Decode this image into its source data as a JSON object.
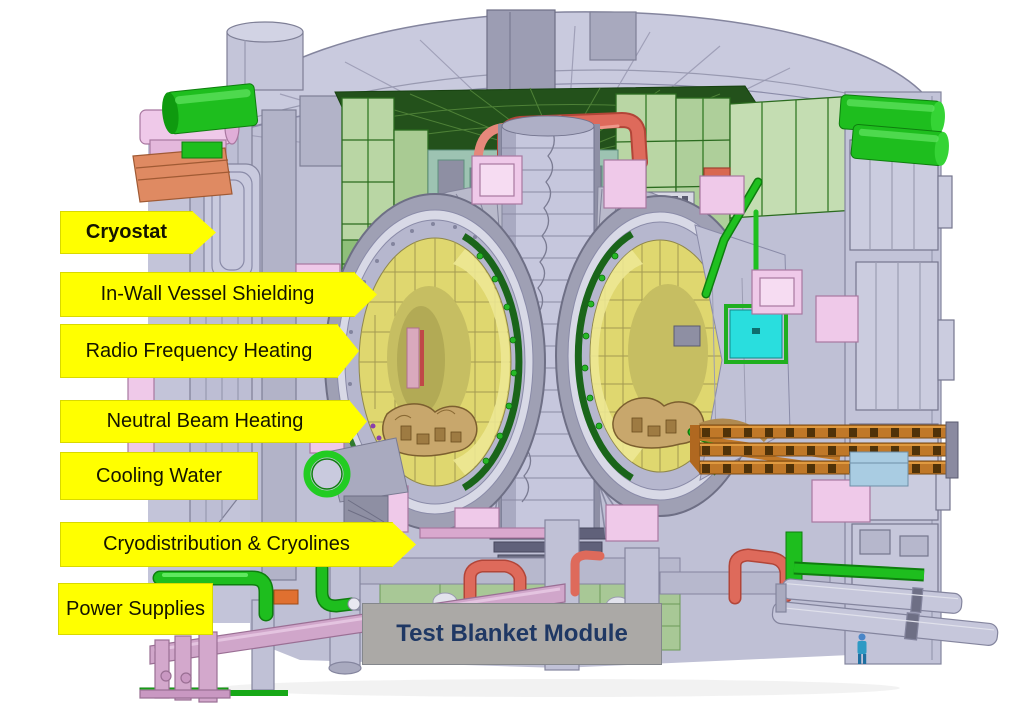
{
  "figure": {
    "description": "ITER tokamak cutaway CAD rendering with system callouts"
  },
  "callouts": [
    {
      "id": "cryostat",
      "text": "Cryostat",
      "shape": "arrow",
      "emphasis": "bold"
    },
    {
      "id": "in-wall-vessel-shielding",
      "text": "In-Wall Vessel Shielding",
      "shape": "arrow"
    },
    {
      "id": "radio-frequency-heating",
      "text": "Radio Frequency Heating",
      "shape": "arrow"
    },
    {
      "id": "neutral-beam-heating",
      "text": "Neutral Beam Heating",
      "shape": "arrow"
    },
    {
      "id": "cooling-water",
      "text": "Cooling Water",
      "shape": "rectangle"
    },
    {
      "id": "cryodistribution-cryolines",
      "text": "Cryodistribution & Cryolines",
      "shape": "arrow"
    },
    {
      "id": "power-supplies",
      "text": "Power Supplies",
      "shape": "rectangle"
    },
    {
      "id": "test-blanket-module",
      "text": "Test Blanket Module",
      "shape": "gray-rectangle"
    }
  ],
  "colors": {
    "callout_yellow": "#FFFF00",
    "callout_text": "#141400",
    "tbm_box_fill": "#ABA9A6",
    "tbm_text": "#1F3864",
    "machine_lavender": "#C6C7DB",
    "blanket_yellow": "#DFD76F",
    "pipe_green": "#1EBE1E",
    "frame_green": "#B9D6A4",
    "pipe_red": "#DE6A5B",
    "pink_module": "#EFC9E9",
    "tbm_port_cyan": "#29DEDE",
    "beamline_orange": "#C07828",
    "divertor_tan": "#C8A76C"
  }
}
